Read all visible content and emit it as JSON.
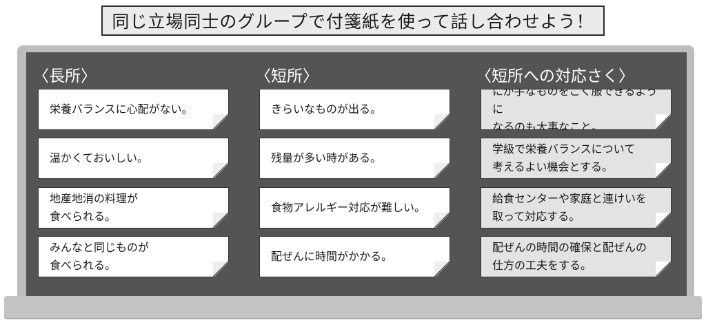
{
  "title": "同じ立場同士のグループで付箋紙を使って話し合わせよう！",
  "columns": [
    {
      "heading": "〈長所〉",
      "notes": [
        "栄養バランスに心配がない。",
        "温かくておいしい。",
        "地産地消の料理が\n食べられる。",
        "みんなと同じものが\n食べられる。"
      ]
    },
    {
      "heading": "〈短所〉",
      "notes": [
        "きらいなものが出る。",
        "残量が多い時がある。",
        "食物アレルギー対応が難しい。",
        "配ぜんに時間がかかる。"
      ]
    },
    {
      "heading": "〈短所への対応さく〉",
      "notes": [
        "にが手なものをこく服できるように\nなるのも大事なこと。",
        "学級で栄養バランスについて\n考えるよい機会とする。",
        "給食センターや家庭と連けいを\n取って対応する。",
        "配ぜんの時間の確保と配ぜんの\n仕方の工夫をする。"
      ]
    }
  ]
}
